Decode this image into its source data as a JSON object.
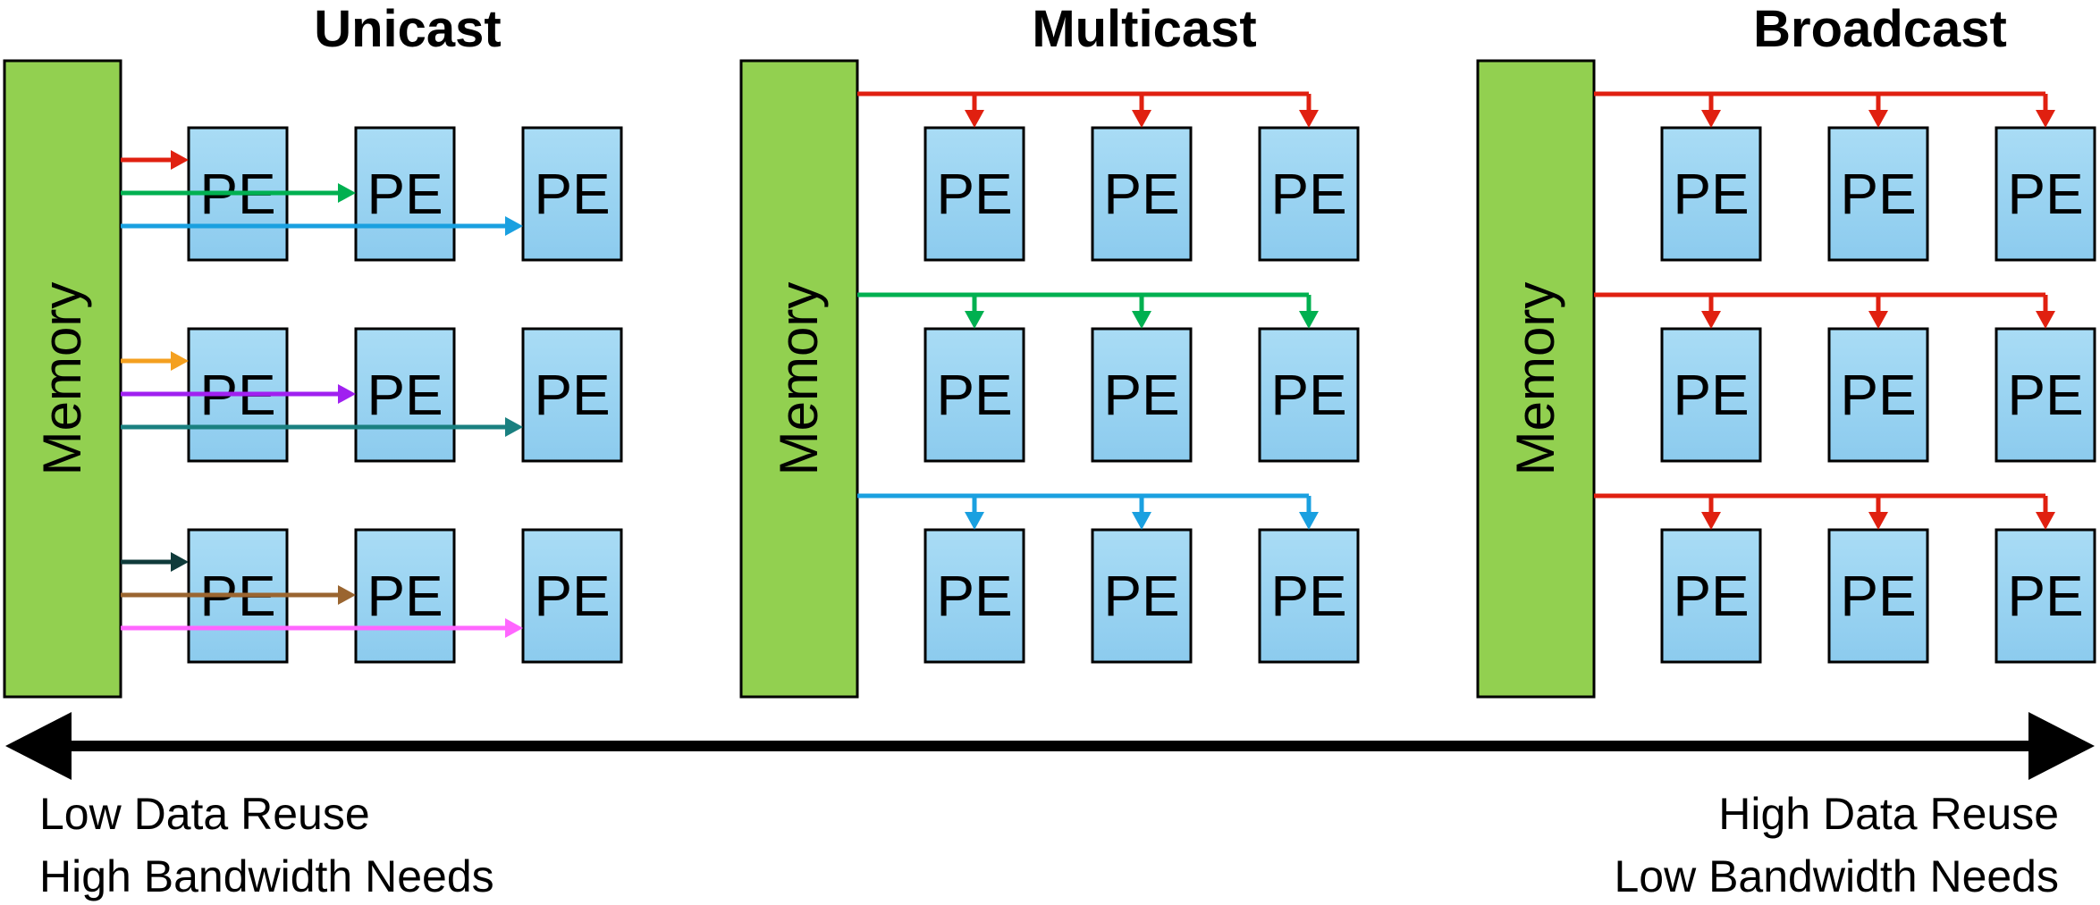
{
  "panels": [
    {
      "title": "Unicast",
      "memory_label": "Memory",
      "pe_label": "PE",
      "links": [
        {
          "color": "#e02010",
          "row": 0,
          "target_col": 0
        },
        {
          "color": "#00b050",
          "row": 0,
          "target_col": 1
        },
        {
          "color": "#1aa0e0",
          "row": 0,
          "target_col": 2
        },
        {
          "color": "#f4a020",
          "row": 1,
          "target_col": 0
        },
        {
          "color": "#a020f0",
          "row": 1,
          "target_col": 1
        },
        {
          "color": "#1a8080",
          "row": 1,
          "target_col": 2
        },
        {
          "color": "#0f3a3a",
          "row": 2,
          "target_col": 0
        },
        {
          "color": "#9a6530",
          "row": 2,
          "target_col": 1
        },
        {
          "color": "#ff66ff",
          "row": 2,
          "target_col": 2
        }
      ]
    },
    {
      "title": "Multicast",
      "memory_label": "Memory",
      "pe_label": "PE",
      "bus_colors": [
        "#e02010",
        "#00b050",
        "#1aa0e0"
      ]
    },
    {
      "title": "Broadcast",
      "memory_label": "Memory",
      "pe_label": "PE",
      "bus_colors": [
        "#e02010",
        "#e02010",
        "#e02010"
      ]
    }
  ],
  "pe_fill": "#a9d9f3",
  "memory_fill": "#92d050",
  "axis": {
    "left_caption_line1": "Low Data Reuse",
    "left_caption_line2": "High Bandwidth Needs",
    "right_caption_line1": "High Data Reuse",
    "right_caption_line2": "Low Bandwidth Needs"
  }
}
